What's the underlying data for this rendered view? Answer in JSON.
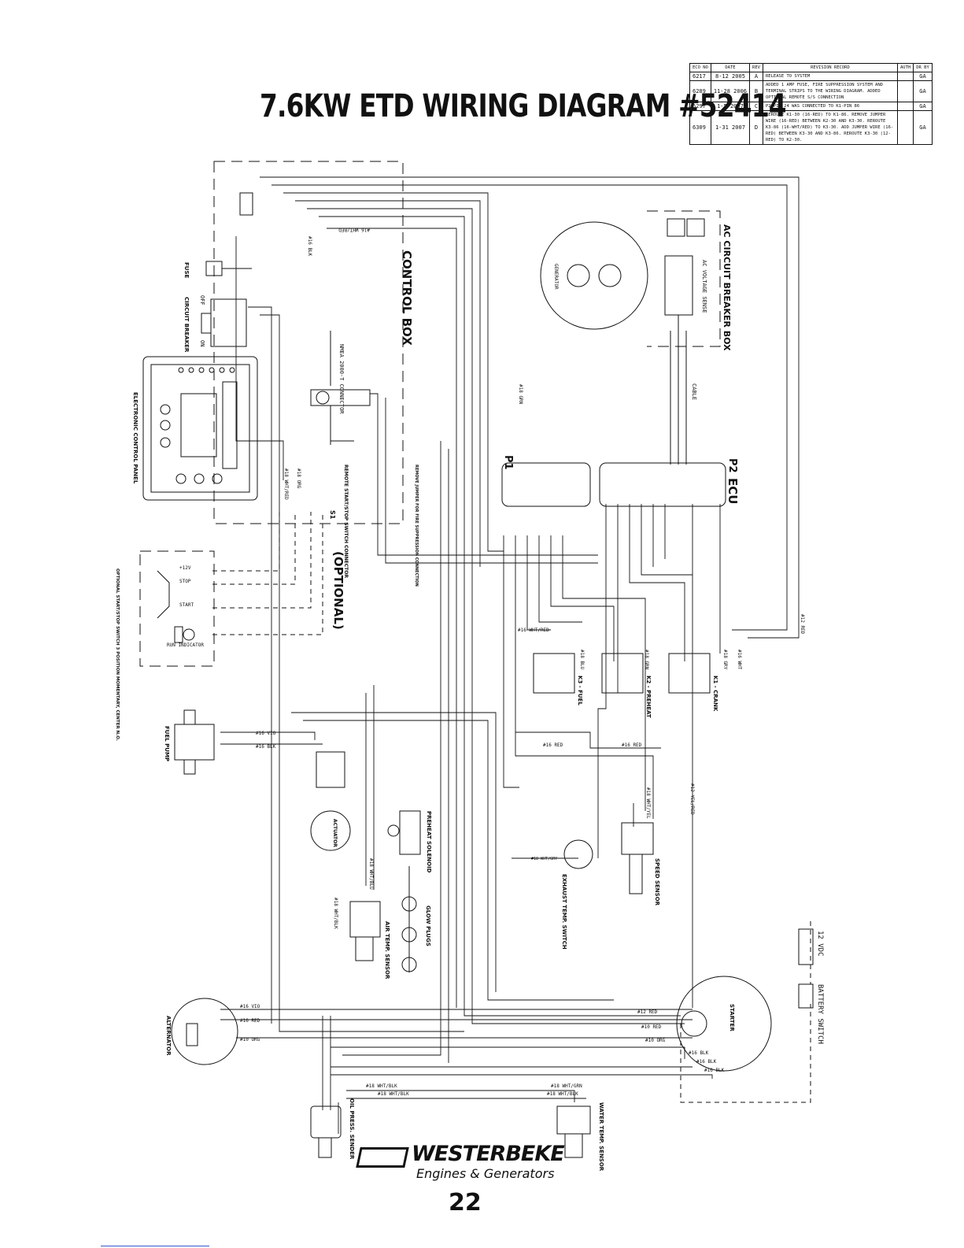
{
  "title": "7.6KW ETD WIRING DIAGRAM  #52414",
  "revision_table": {
    "headers": [
      "ECO NO",
      "DATE",
      "REV",
      "REVISION RECORD",
      "AUTH",
      "DR BY"
    ],
    "rows": [
      {
        "eco": "6217",
        "date": "8-12 2005",
        "rev": "A",
        "desc": "RELEASE TO SYSTEM",
        "auth": "",
        "dr": "GA"
      },
      {
        "eco": "6289",
        "date": "11-28 2006",
        "rev": "B",
        "desc": "ADDED 1 AMP FUSE, FIRE SUPPRESSION SYSTEM AND TERMINAL STRIPS TO THE WIRING DIAGRAM. ADDED OPTIONAL REMOTE S/S CONNECTION",
        "auth": "",
        "dr": "GA"
      },
      {
        "eco": "6297",
        "date": "1-5 2007",
        "rev": "C",
        "desc": "P2-PIN 24 WAS CONNECTED TO K1-PIN 86",
        "auth": "",
        "dr": "GA"
      },
      {
        "eco": "6309",
        "date": "1-31 2007",
        "rev": "D",
        "desc": "REROUTE K1-30 (16-RED) TO K1-86. REMOVE JUMPER WIRE (16-RED) BETWEEN K2-30 AND K3-30. REROUTE K3-86 (16-WHT/RED) TO K3-30. ADD JUMPER WIRE (16-RED) BETWEEN K3-30 AND K3-86. REROUTE K3-30 (12-RED) TO K2-30.",
        "auth": "",
        "dr": "GA"
      }
    ]
  },
  "components": {
    "control_box": "CONTROL BOX",
    "ac_breaker_box": "AC CIRCUIT BREAKER BOX",
    "ac_voltage_sense": "AC VOLTAGE SENSE",
    "generator": "GENERATOR",
    "cable": "CABLE",
    "fuse": "FUSE",
    "circuit_breaker": "CIRCUIT BREAKER",
    "breaker_off": "OFF",
    "breaker_on": "ON",
    "ecp": "ELECTRONIC CONTROL PANEL",
    "nmea_connector": "NMEA 2000-T CONNECTOR",
    "remote_connector": "REMOTE START/STOP SWITCH CONNECTOR",
    "s1": "S1",
    "fire_jumper": "REMOVE JUMPER FOR FIRE SUPPRESSION CONNECTION",
    "p1": "P1",
    "p2": "P2",
    "ecu": "ECU",
    "optional": "(OPTIONAL)",
    "optional_switch": "OPTIONAL START/STOP SWITCH 3 POSITION MOMENTARY, CENTER N.O.",
    "run_indicator": "RUN INDICATOR",
    "k1": "K1 - CRANK",
    "k2": "K2 - PREHEAT",
    "k3": "K3 - FUEL",
    "fuel_pump": "FUEL PUMP",
    "actuator": "ACTUATOR",
    "preheat_solenoid": "PREHEAT SOLENOID",
    "glow_plugs": "GLOW PLUGS",
    "air_temp": "AIR TEMP. SENSOR",
    "exhaust_temp": "EXHAUST TEMP. SWITCH",
    "speed_sensor": "SPEED SENSOR",
    "starter": "STARTER",
    "battery": "12 VDC",
    "battery_switch": "BATTERY SWITCH",
    "alternator": "ALTERNATOR",
    "oil_press": "OIL PRESS. SENDER",
    "water_temp": "WATER TEMP. SENSOR",
    "pos_12v": "+12V",
    "pos_stop": "STOP",
    "pos_start": "START"
  },
  "wire_labels": {
    "w_wht_red": "#16 WHT/RED",
    "w_blk": "#16 BLK",
    "w_grn": "#18 GRN",
    "w_red12": "#12 RED",
    "w_red16": "#16 RED",
    "w_vio": "#16 VIO",
    "w_org10": "#10 ORG",
    "w_red10": "#10 RED",
    "w_yelred": "#12 YEL/RED",
    "w_whtgrn": "#18 WHT/GRN",
    "w_whtblk": "#18 WHT/BLK",
    "w_whtblu": "#18 WHT/BLU",
    "w_whtyel": "#18 WHT/YEL",
    "w_whtgry": "#18 WHT/GRY",
    "w_org18": "#18 ORG",
    "w_blu": "#18 BLU",
    "w_gry": "#18 GRY",
    "w_wht": "#16 WHT",
    "w_whtred18": "#18 WHT/RED"
  },
  "logo": {
    "brand": "WESTERBEKE",
    "tagline": "Engines & Generators"
  },
  "page_number": "22"
}
